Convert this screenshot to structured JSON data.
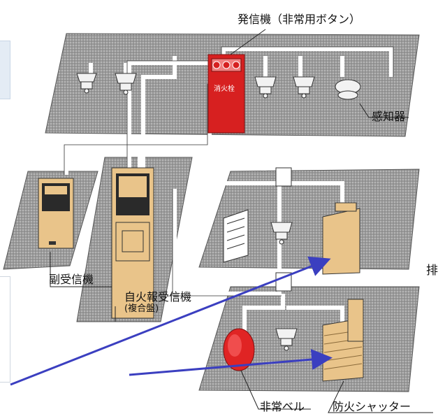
{
  "labels": {
    "transmitter": "発信機（非常用ボタン）",
    "hydrant": "消火栓",
    "detector": "感知器",
    "sub_receiver": "副受信機",
    "main_receiver_line1": "自火報受信機",
    "main_receiver_line2": "(複合盤)",
    "bell": "非常ベル",
    "shutter": "防火シャッター",
    "right_cutoff": "排"
  },
  "colors": {
    "floor": "#8e8e8e",
    "floor_dot": "#cfcfcf",
    "cabinet": "#e9c48a",
    "hydrant": "#d72020",
    "bell": "#e02424",
    "arrow": "#3b3fc0",
    "wire": "#ffffff"
  }
}
